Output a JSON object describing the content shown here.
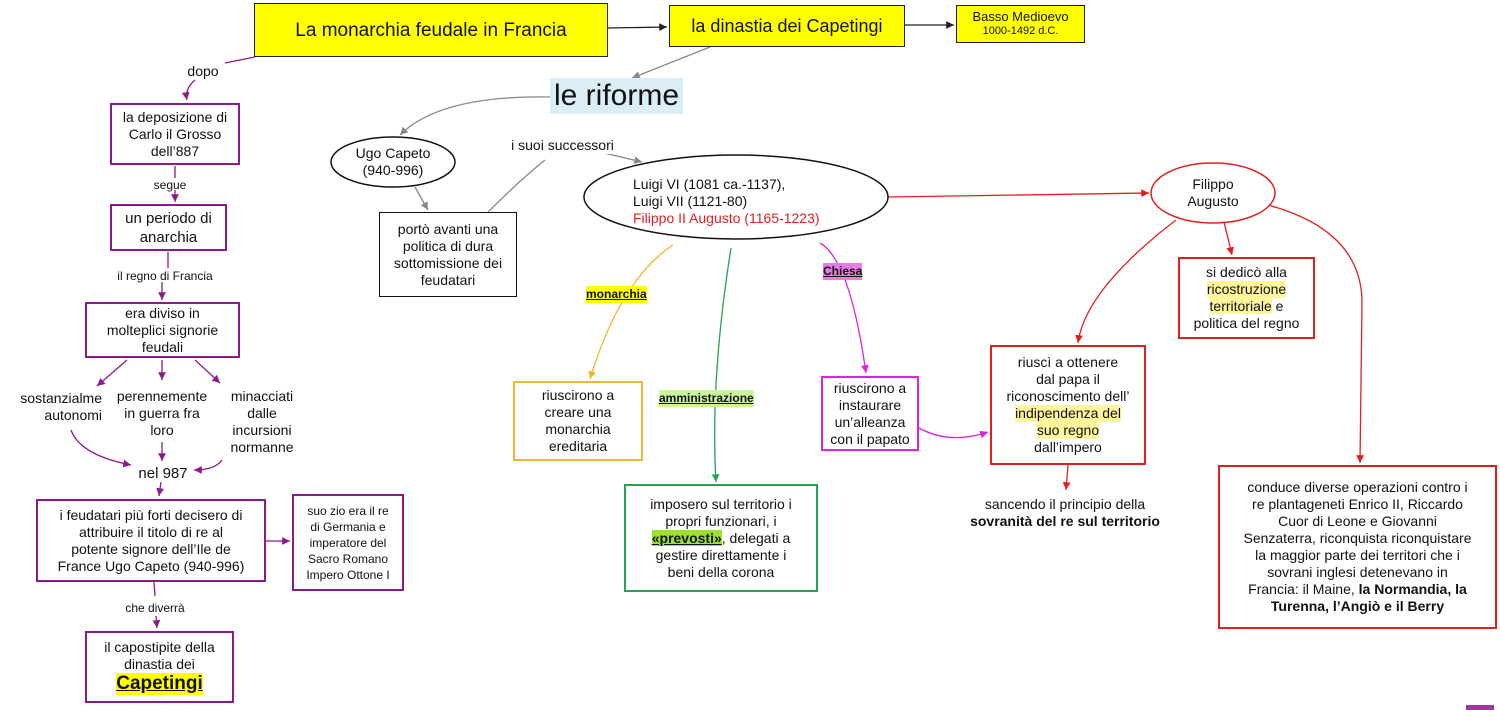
{
  "title": "La monarchia feudale in Francia",
  "dynasty": "la dinastia dei Capetingi",
  "period": {
    "label": "Basso Medioevo",
    "years": "1000-1492 d.C."
  },
  "reforms": "le riforme",
  "left_chain": {
    "dopo": "dopo",
    "deposizione": [
      "la deposizione di",
      "Carlo il Grosso",
      "dell’887"
    ],
    "segue": "segue",
    "anarchia": [
      "un periodo di",
      "anarchia"
    ],
    "regno": "il regno di Francia",
    "diviso": [
      "era diviso in",
      "molteplici signorie",
      "feudali"
    ],
    "autonomi": [
      "sostanzialme",
      "autonomi"
    ],
    "guerra": [
      "perennemente",
      "in guerra fra",
      "loro"
    ],
    "minacciati": [
      "minacciati",
      "dalle",
      "incursioni",
      "normanne"
    ],
    "nel987": "nel 987",
    "feudatari": [
      "i feudatari più forti decisero di",
      "attribuire il titolo di re al",
      "potente signore dell’Ile de",
      "France Ugo Capeto (940-996)"
    ],
    "zio": [
      "suo zio era il re",
      "di Germania e",
      "imperatore del",
      "Sacro Romano",
      "Impero Ottone I"
    ],
    "diverra": "che diverrà",
    "capostipite": [
      "il capostipite della",
      "dinastia dei",
      "Capetingi"
    ]
  },
  "ugo": {
    "name": "Ugo Capeto",
    "years": "(940-996)",
    "policy": [
      "portò avanti una",
      "politica di dura",
      "sottomissione dei",
      "feudatari"
    ]
  },
  "successors": {
    "label": "i suoi successori",
    "kings": [
      "Luigi VI (1081 ca.-1137),",
      "Luigi VII (1121-80)",
      "Filippo II Augusto (1165-1223)"
    ]
  },
  "branches": {
    "monarchia": {
      "label": "monarchia",
      "text": [
        "riuscirono a",
        "creare una",
        "monarchia",
        "ereditaria"
      ]
    },
    "amministrazione": {
      "label": "amministrazione",
      "text": [
        "imposero sul territorio i",
        "propri funzionari, i",
        "«prevosti»",
        ", delegati a",
        "gestire direttamente i",
        "beni della corona"
      ]
    },
    "chiesa": {
      "label": "Chiesa",
      "text": [
        "riuscirono a",
        "instaurare",
        "un’alleanza",
        "con il papato"
      ]
    }
  },
  "filippo": {
    "name": [
      "Filippo",
      "Augusto"
    ],
    "riconoscimento": [
      "riuscì a ottenere",
      "dal papa il",
      "riconoscimento dell’",
      "indipendenza del",
      "suo regno",
      "dall’impero"
    ],
    "sovranita": [
      "sancendo il principio della",
      "sovranità del re sul territorio"
    ],
    "ricostruzione": [
      "si dedicò alla",
      "ricostruzione",
      "territoriale",
      " e",
      "politica del regno"
    ],
    "operazioni": [
      "conduce diverse operazioni contro i",
      "re plantageneti Enrico II, Riccardo",
      "Cuor di Leone e Giovanni",
      "Senzaterra, riconquista riconquistare",
      "la maggior parte dei territori che i",
      "sovrani inglesi detenevano in",
      "Francia: il Maine, ",
      "la Normandia, la",
      "Turenna, l’Angiò e il Berry"
    ]
  },
  "colors": {
    "purple": "#8b1a8b",
    "red": "#e02020",
    "orange": "#f2b531",
    "green": "#27a05a",
    "magenta": "#e020e0",
    "yellow": "#ffff00"
  }
}
